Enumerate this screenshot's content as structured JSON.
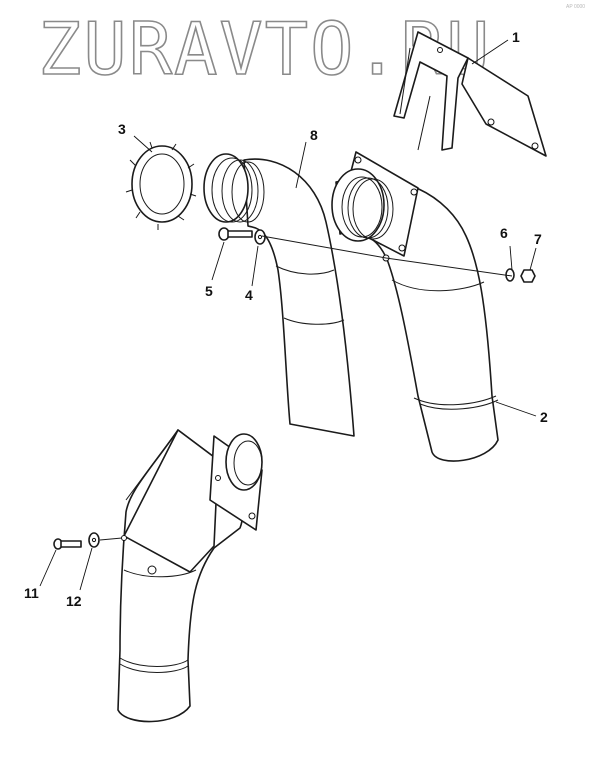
{
  "watermark": "ZURAVTO.RU",
  "corner_text": "AP 0000",
  "callouts": {
    "c1": "1",
    "c2": "2",
    "c3": "3",
    "c4": "4",
    "c5": "5",
    "c6": "6",
    "c7": "7",
    "c8": "8",
    "c11": "11",
    "c12": "12"
  }
}
